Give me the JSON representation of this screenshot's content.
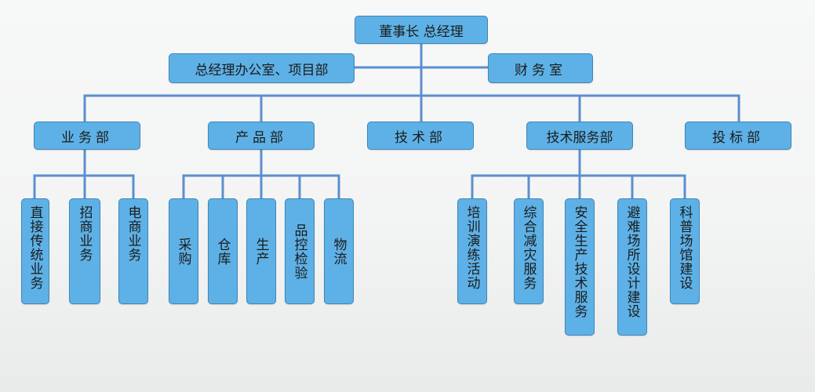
{
  "chairman": "董事长 总经理",
  "gm_office": "总经理办公室、项目部",
  "finance": "财务室",
  "departments": {
    "business": "业务部",
    "product": "产品部",
    "technical": "技术部",
    "tech_service": "技术服务部",
    "bidding": "投标部"
  },
  "business_sub": [
    "直接传统业务",
    "招商业务",
    "电商业务"
  ],
  "product_sub": [
    "采购",
    "仓库",
    "生产",
    "品控检验",
    "物流"
  ],
  "service_sub": [
    "培训演练活动",
    "综合减灾服务",
    "安全生产技术服务",
    "避难场所设计建设",
    "科普场馆建设"
  ],
  "colors": {
    "box_fill": "#5eb1e6",
    "box_border": "#3f86b8",
    "connector": "#5b8fd0"
  }
}
